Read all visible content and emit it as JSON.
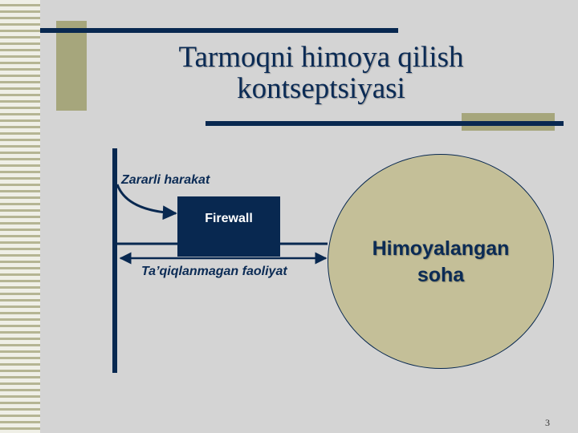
{
  "slide": {
    "title_line1": "Tarmoqni himoya qilish",
    "title_line2": "kontseptsiyasi",
    "page_number": "3"
  },
  "diagram": {
    "firewall_label": "Firewall",
    "harmful_action_label": "Zararli harakat",
    "allowed_activity_label": "Ta’qiqlanmagan faoliyat",
    "protected_zone_line1": "Himoyalangan",
    "protected_zone_line2": "soha"
  },
  "colors": {
    "navy": "#082850",
    "olive": "#a6a67c",
    "circle_fill": "#c4bf98",
    "background": "#d4d4d4"
  }
}
